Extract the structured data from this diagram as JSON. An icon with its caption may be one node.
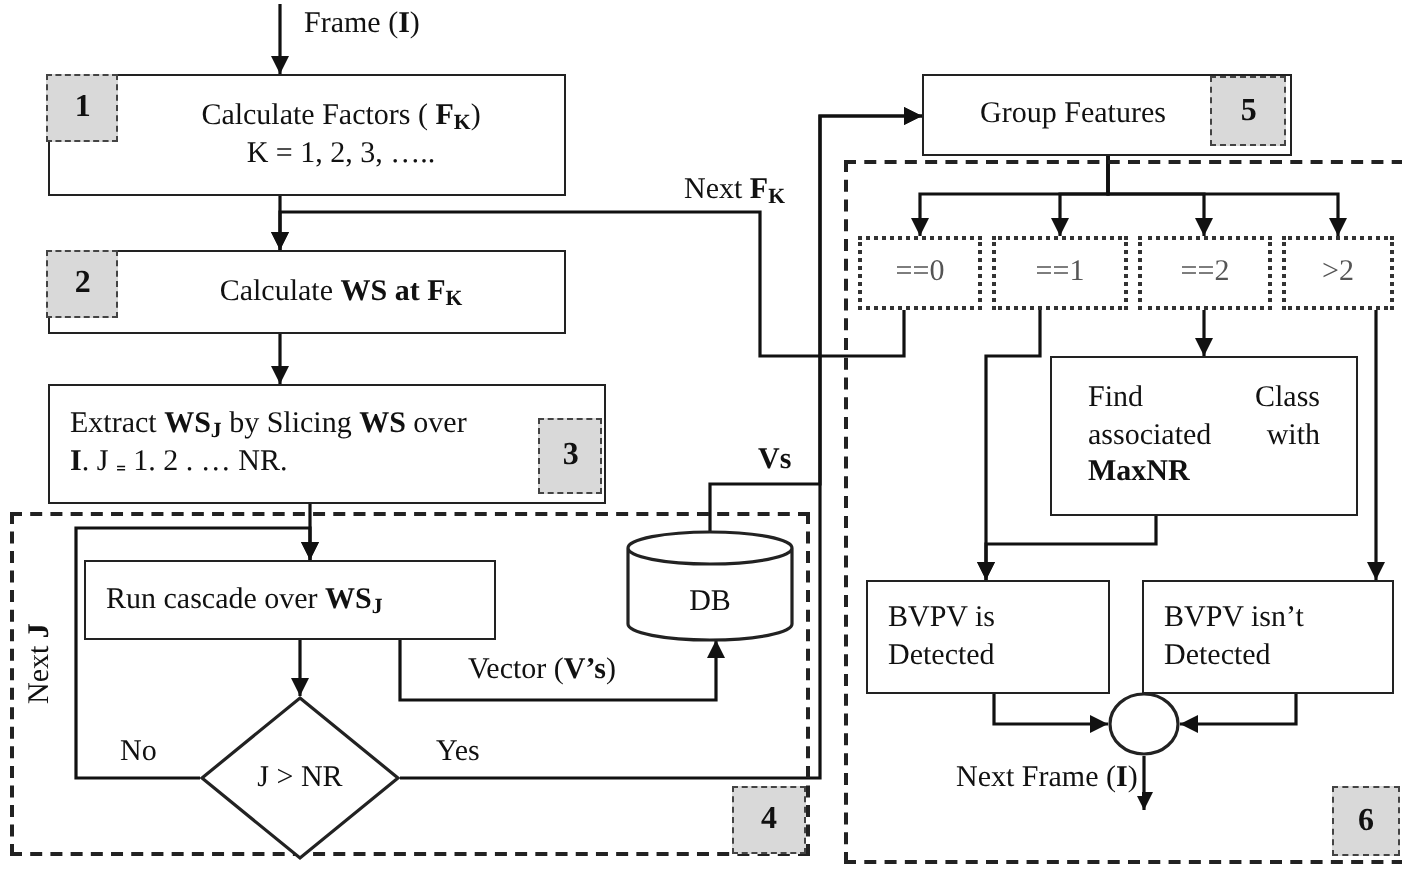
{
  "diagram": {
    "nodes": [
      {
        "text": [
          "Calculate Factors ( **F**$_{K}$)",
          "K = 1, 2, 3, ….."
        ]
      },
      {
        "text": [
          "1"
        ],
        "in": 0
      },
      {
        "text": [
          "Calculate **WS at F**$_{K}$"
        ]
      },
      {
        "text": [
          "2"
        ],
        "in": 2
      },
      {
        "text": [
          "Extract **WS**$_{J}$ by Slicing **WS** over **I**. J ₌ 1. 2 . … NR."
        ]
      },
      {
        "text": [
          "3"
        ],
        "in": 4
      },
      {
        "text": [],
        "shape": "box"
      },
      {
        "text": [
          "4"
        ],
        "in": 6
      },
      {
        "text": [
          "Run cascade over **WS**$_{J}$"
        ],
        "in": 6
      },
      {
        "text": [
          "J > NR"
        ],
        "in": 6
      },
      {
        "text": [
          "DB"
        ],
        "in": 6
      },
      {
        "text": [
          "Group Features"
        ]
      },
      {
        "text": [
          "5"
        ],
        "in": 11
      },
      {
        "text": [],
        "shape": "box"
      },
      {
        "text": [
          "6"
        ],
        "in": 13
      },
      {
        "text": [
          "==0"
        ],
        "in": 13
      },
      {
        "text": [
          "==1"
        ],
        "in": 13
      },
      {
        "text": [
          "==2"
        ],
        "in": 13
      },
      {
        "text": [
          ">2"
        ],
        "in": 13
      },
      {
        "text": [
          "Find Class associated with **MaxNR**"
        ],
        "in": 13
      },
      {
        "text": [
          "BVPV is Detected"
        ],
        "in": 13
      },
      {
        "text": [
          "BVPV isn’t Detected"
        ],
        "in": 13
      },
      {
        "text": [],
        "shape": "circle",
        "in": 13
      }
    ],
    "edges": [
      {
        "from": null,
        "to": 0,
        "arrow": "to",
        "label": "Frame (**I**)"
      },
      {
        "from": 0,
        "to": 2,
        "arrow": "to"
      },
      {
        "from": 15,
        "to": 2,
        "arrow": "to",
        "label": "Next **F**$_{K}$"
      },
      {
        "from": 2,
        "to": 4,
        "arrow": "to"
      },
      {
        "from": 4,
        "to": 8,
        "arrow": "to"
      },
      {
        "from": 8,
        "to": 9,
        "arrow": "to"
      },
      {
        "from": 8,
        "to": 10,
        "arrow": "to",
        "label": "Vector (**V’s**)"
      },
      {
        "from": 9,
        "to": 8,
        "arrow": "to",
        "label": "No"
      },
      {
        "from": 9,
        "to": 11,
        "arrow": "to",
        "label": "Yes"
      },
      {
        "from": 10,
        "to": 11,
        "arrow": "to",
        "label": "**Vs**"
      },
      {
        "from": 11,
        "to": 15,
        "arrow": "to"
      },
      {
        "from": 11,
        "to": 16,
        "arrow": "to"
      },
      {
        "from": 11,
        "to": 17,
        "arrow": "to"
      },
      {
        "from": 11,
        "to": 18,
        "arrow": "to"
      },
      {
        "from": 16,
        "to": 20,
        "arrow": "to"
      },
      {
        "from": 17,
        "to": 19,
        "arrow": "to"
      },
      {
        "from": 19,
        "to": 20,
        "arrow": "to"
      },
      {
        "from": 18,
        "to": 21,
        "arrow": "to"
      },
      {
        "from": 20,
        "to": 22,
        "arrow": "to"
      },
      {
        "from": 21,
        "to": 22,
        "arrow": "to"
      },
      {
        "from": 22,
        "to": null,
        "arrow": "to",
        "label": "Next Frame (**I**)"
      }
    ],
    "labels": [
      "Next **J**"
    ]
  }
}
